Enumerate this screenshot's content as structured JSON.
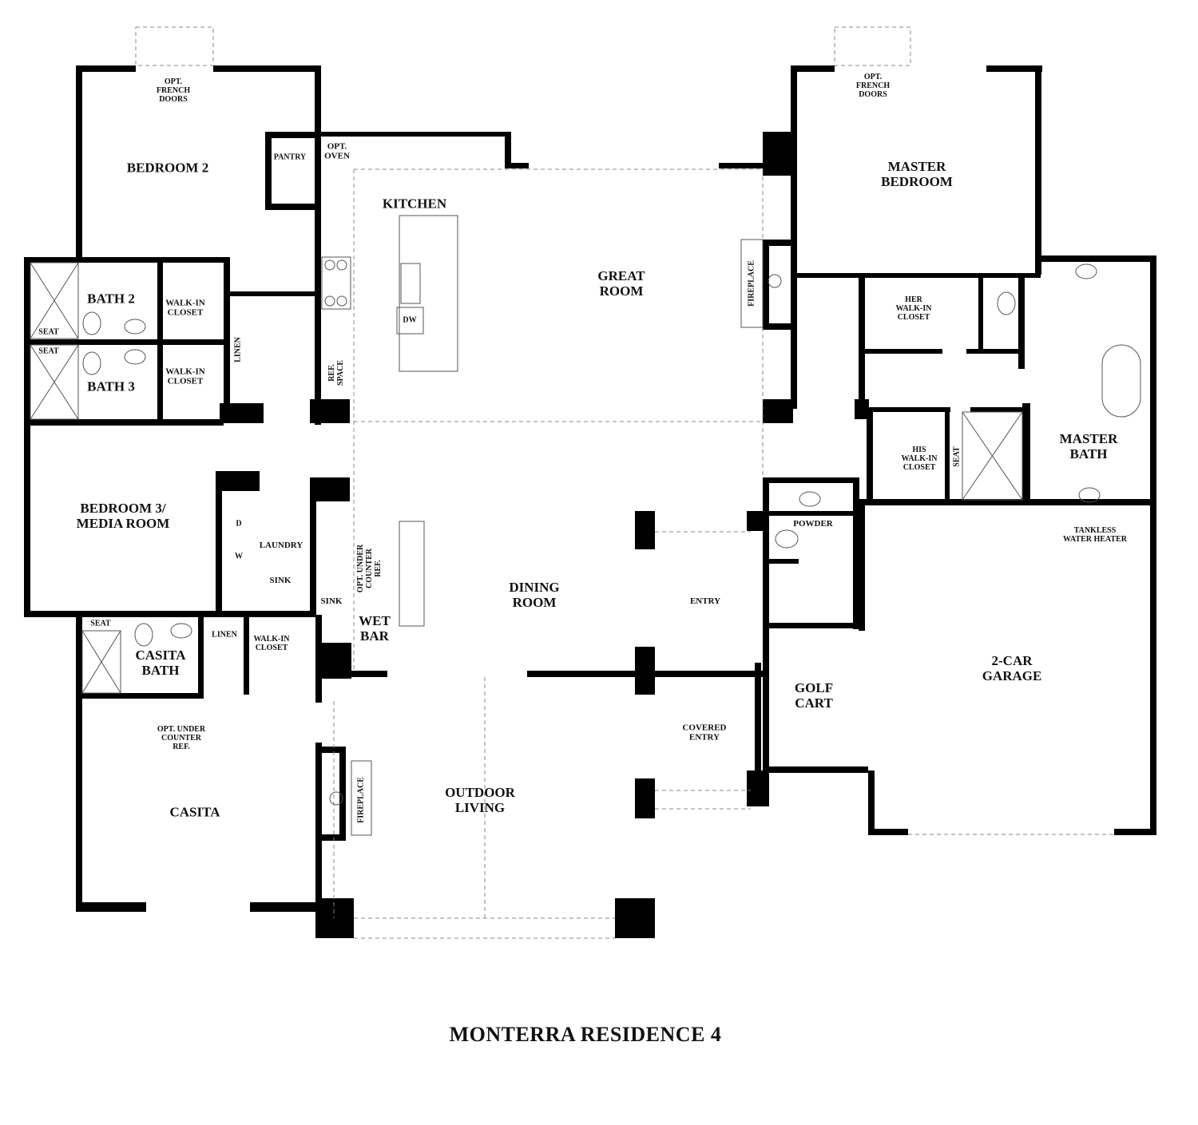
{
  "title": "MONTERRA RESIDENCE 4",
  "colors": {
    "wall": "#000000",
    "fixture": "#555555",
    "dashed": "#888888",
    "background": "#ffffff"
  },
  "rooms": {
    "bedroom2": "BEDROOM 2",
    "bedroom2_doors": "OPT.\nFRENCH\nDOORS",
    "pantry": "PANTRY",
    "opt_oven": "OPT.\nOVEN",
    "kitchen": "KITCHEN",
    "dw": "DW",
    "ref_space": "REF.\nSPACE",
    "great_room": "GREAT\nROOM",
    "fireplace_great": "FIREPLACE",
    "master_bedroom": "MASTER\nBEDROOM",
    "master_doors": "OPT.\nFRENCH\nDOORS",
    "her_closet": "HER\nWALK-IN\nCLOSET",
    "his_closet": "HIS\nWALK-IN\nCLOSET",
    "master_seat": "SEAT",
    "master_bath": "MASTER\nBATH",
    "bath2": "BATH 2",
    "bath2_seat": "SEAT",
    "bath2_closet": "WALK-IN\nCLOSET",
    "bath3": "BATH 3",
    "bath3_seat": "SEAT",
    "bath3_closet": "WALK-IN\nCLOSET",
    "linen_hall": "LINEN",
    "bedroom3": "BEDROOM 3/\nMEDIA ROOM",
    "dryer": "D",
    "washer": "W",
    "laundry": "LAUNDRY",
    "laundry_sink": "SINK",
    "wetbar_sink": "SINK",
    "wetbar_ref": "OPT. UNDER\nCOUNTER\nREF.",
    "wet_bar": "WET\nBAR",
    "dining_room": "DINING\nROOM",
    "entry": "ENTRY",
    "covered_entry": "COVERED\nENTRY",
    "powder": "POWDER",
    "tankless": "TANKLESS\nWATER HEATER",
    "garage": "2-CAR\nGARAGE",
    "golf_cart": "GOLF\nCART",
    "casita_seat": "SEAT",
    "casita_bath": "CASITA\nBATH",
    "casita_linen": "LINEN",
    "casita_closet": "WALK-IN\nCLOSET",
    "casita_ref": "OPT. UNDER\nCOUNTER\nREF.",
    "casita": "CASITA",
    "outdoor_living": "OUTDOOR\nLIVING",
    "fireplace_outdoor": "FIREPLACE"
  }
}
